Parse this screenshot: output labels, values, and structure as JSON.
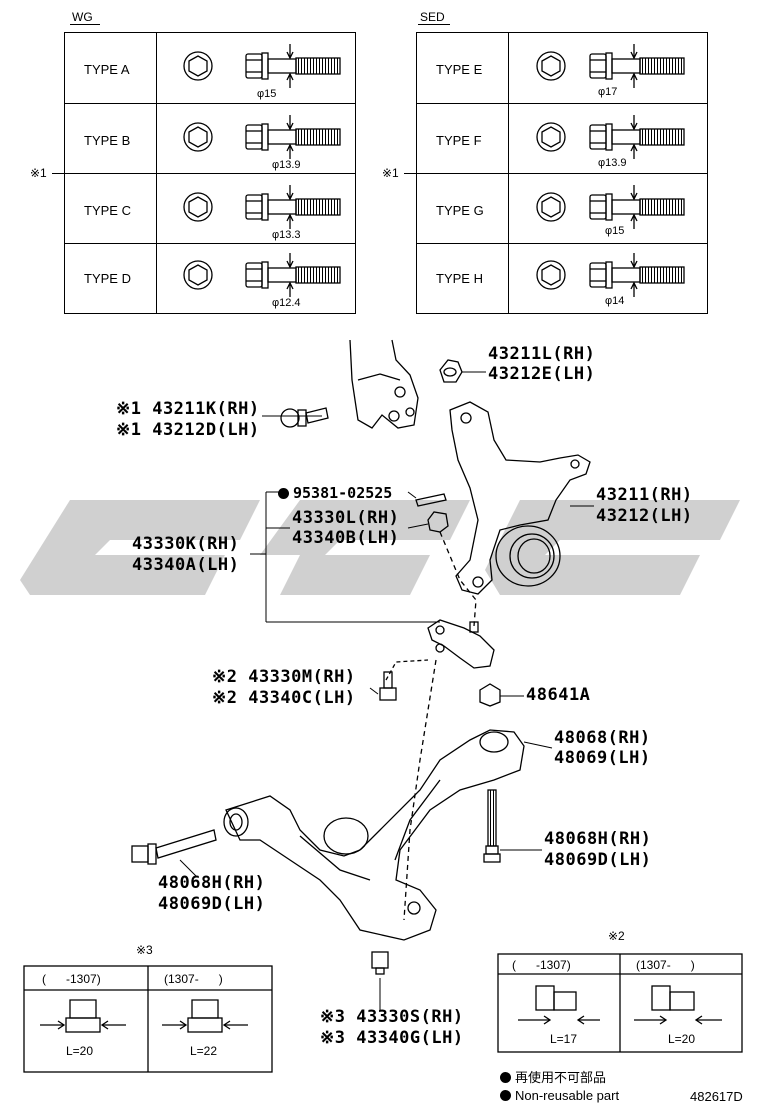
{
  "wg": {
    "title": "WG",
    "mark": "※1",
    "types": [
      {
        "label": "TYPE A",
        "dim": "φ15"
      },
      {
        "label": "TYPE B",
        "dim": "φ13.9"
      },
      {
        "label": "TYPE C",
        "dim": "φ13.3"
      },
      {
        "label": "TYPE D",
        "dim": "φ12.4"
      }
    ]
  },
  "sed": {
    "title": "SED",
    "mark": "※1",
    "types": [
      {
        "label": "TYPE E",
        "dim": "φ17"
      },
      {
        "label": "TYPE F",
        "dim": "φ13.9"
      },
      {
        "label": "TYPE G",
        "dim": "φ15"
      },
      {
        "label": "TYPE H",
        "dim": "φ14"
      }
    ]
  },
  "parts": {
    "p43211L": "43211L(RH)",
    "p43212E": "43212E(LH)",
    "p43211K": "※1 43211K(RH)",
    "p43212D": "※1 43212D(LH)",
    "p95381": "95381-02525",
    "p43330L": "43330L(RH)",
    "p43340B": "43340B(LH)",
    "p43330K": "43330K(RH)",
    "p43340A": "43340A(LH)",
    "p43211": "43211(RH)",
    "p43212": "43212(LH)",
    "p43330M": "※2 43330M(RH)",
    "p43340C": "※2 43340C(LH)",
    "p48641A": "48641A",
    "p48068": "48068(RH)",
    "p48069": "48069(LH)",
    "p48068H_r": "48068H(RH)",
    "p48069D_r": "48069D(LH)",
    "p48068H_l": "48068H(RH)",
    "p48069D_l": "48069D(LH)",
    "p43330S": "※3 43330S(RH)",
    "p43340G": "※3 43340G(LH)"
  },
  "note3": {
    "mark": "※3",
    "col1": "(      -1307)",
    "col2": "(1307-      )",
    "len1": "L=20",
    "len2": "L=22"
  },
  "note2": {
    "mark": "※2",
    "col1": "(      -1307)",
    "col2": "(1307-      )",
    "len1": "L=17",
    "len2": "L=20"
  },
  "legend": {
    "jp": "再使用不可部品",
    "en": "Non-reusable part"
  },
  "figure_id": "482617D"
}
